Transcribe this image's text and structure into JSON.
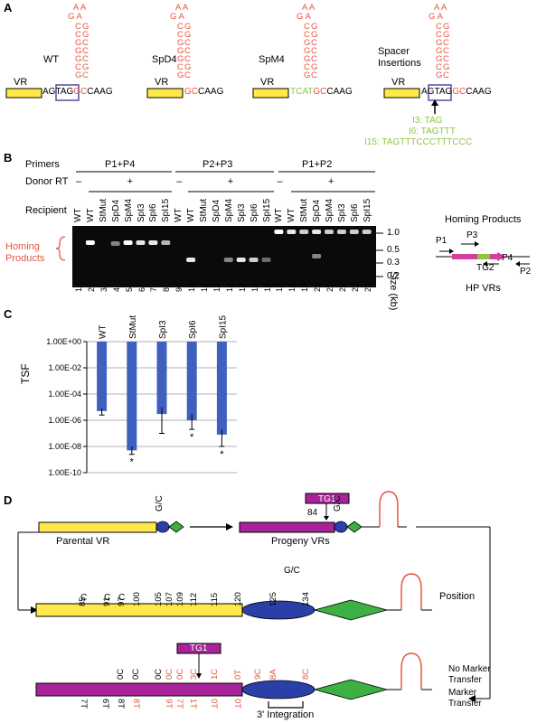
{
  "panels": {
    "a": "A",
    "b": "B",
    "c": "C",
    "d": "D"
  },
  "panel_a": {
    "vr": "VR",
    "variants": [
      {
        "name": "WT",
        "seq_left": "AGTAG",
        "seq_right": "CAAG"
      },
      {
        "name": "SpD4",
        "seq_right": "CAAG"
      },
      {
        "name": "SpM4",
        "seq_green": "TCAT",
        "seq_right": "CAAG"
      },
      {
        "name": "Spacer Insertions",
        "seq_left": "AGTAG",
        "seq_right": "CAAG"
      }
    ],
    "loop_top": "A  A",
    "loop_mid": "G    A",
    "stem_left": [
      "C",
      "C",
      "G",
      "G",
      "G",
      "C",
      "G"
    ],
    "stem_right": [
      "G",
      "G",
      "C",
      "C",
      "C",
      "G",
      "C"
    ],
    "insertions": [
      "I3: TAG",
      "I6: TAGTTT",
      "I15: TAGTTTCCCTTTCCC"
    ]
  },
  "panel_b": {
    "primers_label": "Primers",
    "donor_label": "Donor RT",
    "recipient_label": "Recipient",
    "groups": [
      "P1+P4",
      "P2+P3",
      "P1+P2"
    ],
    "minus": "–",
    "plus": "+",
    "lanes": [
      "WT",
      "WT",
      "StMut",
      "SpD4",
      "SpM4",
      "SpI3",
      "SpI6",
      "SpI15"
    ],
    "lane_numbers": [
      "1",
      "2",
      "3",
      "4",
      "5",
      "6",
      "7",
      "8",
      "9",
      "10",
      "11",
      "12",
      "13",
      "14",
      "15",
      "16",
      "17",
      "18",
      "19",
      "20",
      "21",
      "22",
      "23",
      "24"
    ],
    "homing_label_1": "Homing",
    "homing_label_2": "Products",
    "size_ticks": [
      "1.0",
      "0.5",
      "0.3",
      "0.2"
    ],
    "size_axis": "Size (kb)",
    "schematic_title": "Homing Products",
    "schematic_labels": {
      "p1": "P1",
      "p2": "P2",
      "p3": "P3",
      "p4": "P4",
      "tg2": "TG2",
      "hp": "HP VRs"
    }
  },
  "panel_d": {
    "parental": "Parental VR",
    "progeny": "Progeny VRs",
    "gc": "G/C",
    "tg1": "TG1",
    "pos84": "84",
    "position": "Position",
    "positions": [
      "85",
      "91",
      "97",
      "100",
      "105",
      "107",
      "109",
      "112",
      "115",
      "120",
      "125",
      "134"
    ],
    "c_labels": [
      "C",
      "C",
      "C"
    ],
    "no_marker_1": "No Marker",
    "no_marker_2": "Transfer",
    "marker_1": "Marker",
    "marker_2": "Transfer",
    "integration": "3' Integration",
    "top_marks": [
      "0C",
      "0C",
      "0C",
      "0C",
      "0C",
      "3C",
      "1C",
      "0T",
      "9C",
      "8A",
      "8C"
    ],
    "bottom_marks": [
      "7T",
      "6T",
      "8T",
      "8T",
      "9T",
      "7T",
      "1T",
      "0T",
      "0T"
    ]
  },
  "chart_data": {
    "type": "bar",
    "title": "",
    "xlabel": "",
    "ylabel": "TSF",
    "log_scale": true,
    "ylim": [
      1e-10,
      1
    ],
    "ytick_labels": [
      "1.00E+00",
      "1.00E-02",
      "1.00E-04",
      "1.00E-06",
      "1.00E-08",
      "1.00E-10"
    ],
    "categories": [
      "WT",
      "StMut",
      "SpI3",
      "SpI6",
      "SpI15"
    ],
    "values": [
      5e-06,
      5e-09,
      3e-06,
      1e-06,
      8e-08
    ],
    "error_low": [
      2.5e-06,
      2.5e-09,
      1e-07,
      2e-07,
      1e-08
    ],
    "error_high": [
      8e-06,
      1e-08,
      1e-05,
      3e-06,
      2e-07
    ],
    "significance": [
      "",
      "*",
      "",
      "*",
      "*"
    ],
    "bar_color": "#4060c0",
    "grid": true
  }
}
